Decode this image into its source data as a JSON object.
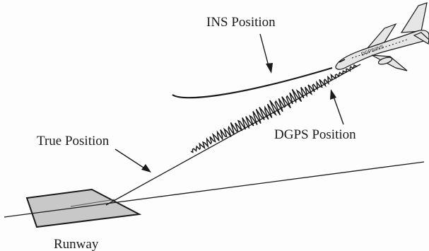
{
  "labels": {
    "ins_position": "INS Position",
    "true_position": "True Position",
    "dgps_position": "DGPS Position",
    "runway": "Runway"
  },
  "aircraft_fuselage_text": "DGPS/INS",
  "colors": {
    "ink": "#1a1a1a",
    "runway_fill": "#c8c8c8",
    "aircraft_fill": "#e6e6e6",
    "background": "#fdfdfd"
  }
}
